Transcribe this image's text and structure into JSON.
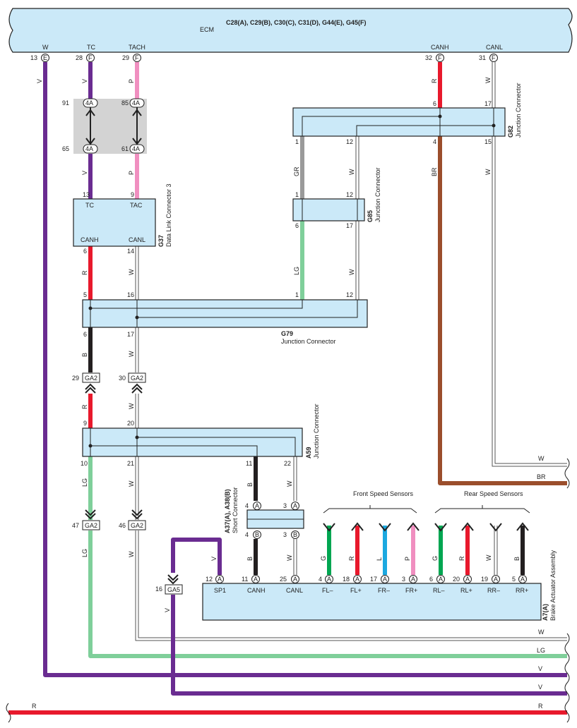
{
  "ecm": {
    "connectors": "C28(A), C29(B), C30(C), C31(D), G44(E), G45(F)",
    "name": "ECM",
    "pins": [
      {
        "label": "W",
        "num": "13",
        "letter": "E"
      },
      {
        "label": "TC",
        "num": "28",
        "letter": "F"
      },
      {
        "label": "TACH",
        "num": "29",
        "letter": "F"
      },
      {
        "label": "CANH",
        "num": "32",
        "letter": "F"
      },
      {
        "label": "CANL",
        "num": "31",
        "letter": "F"
      }
    ]
  },
  "junction_4a": {
    "top": [
      {
        "num": "91",
        "tag": "4A"
      },
      {
        "num": "85",
        "tag": "4A"
      }
    ],
    "bottom": [
      {
        "num": "65",
        "tag": "4A"
      },
      {
        "num": "61",
        "tag": "4A"
      }
    ]
  },
  "g82": {
    "code": "G82",
    "name": "Junction Connector",
    "pins": [
      "6",
      "17",
      "1",
      "12",
      "4",
      "15"
    ]
  },
  "g85": {
    "code": "G85",
    "name": "Junction Connector",
    "pins": [
      "1",
      "12",
      "6",
      "17"
    ]
  },
  "g37": {
    "code": "G37",
    "name": "Data Link Connector 3",
    "top_pins": [
      "13",
      "9"
    ],
    "top_labels": [
      "TC",
      "TAC"
    ],
    "bottom_labels": [
      "CANH",
      "CANL"
    ],
    "bottom_pins": [
      "6",
      "14"
    ]
  },
  "g79": {
    "code": "G79",
    "name": "Junction Connector",
    "top_pins": [
      "5",
      "16",
      "1",
      "12"
    ],
    "bottom_pins": [
      "6",
      "17"
    ]
  },
  "ga2_top": [
    {
      "num": "29",
      "tag": "GA2"
    },
    {
      "num": "30",
      "tag": "GA2"
    }
  ],
  "a59": {
    "code": "A59",
    "name": "Junction Connector",
    "top_pins": [
      "9",
      "20"
    ],
    "bottom_pins": [
      "10",
      "21",
      "11",
      "22"
    ]
  },
  "ga2_bottom": [
    {
      "num": "47",
      "tag": "GA2"
    },
    {
      "num": "46",
      "tag": "GA2"
    }
  ],
  "ga5": {
    "num": "16",
    "tag": "GA5"
  },
  "short_connector": {
    "code": "A37(A), A38(B)",
    "name": "Short Connector",
    "pins": [
      {
        "num": "4",
        "letter": "A"
      },
      {
        "num": "3",
        "letter": "A"
      },
      {
        "num": "4",
        "letter": "B"
      },
      {
        "num": "3",
        "letter": "B"
      }
    ]
  },
  "front_sensors": "Front Speed Sensors",
  "rear_sensors": "Rear Speed Sensors",
  "brake": {
    "code": "A7(A)",
    "name": "Brake Actuator Assembly",
    "pins": [
      {
        "num": "12",
        "letter": "A",
        "label": "SP1",
        "wire": "V"
      },
      {
        "num": "11",
        "letter": "A",
        "label": "CANH",
        "wire": "B"
      },
      {
        "num": "25",
        "letter": "A",
        "label": "CANL",
        "wire": "W"
      },
      {
        "num": "4",
        "letter": "A",
        "label": "FL–",
        "wire": "G"
      },
      {
        "num": "18",
        "letter": "A",
        "label": "FL+",
        "wire": "R"
      },
      {
        "num": "17",
        "letter": "A",
        "label": "FR–",
        "wire": "L"
      },
      {
        "num": "3",
        "letter": "A",
        "label": "FR+",
        "wire": "P"
      },
      {
        "num": "6",
        "letter": "A",
        "label": "RL–",
        "wire": "G"
      },
      {
        "num": "20",
        "letter": "A",
        "label": "RL+",
        "wire": "R"
      },
      {
        "num": "19",
        "letter": "A",
        "label": "RR–",
        "wire": "W"
      },
      {
        "num": "5",
        "letter": "A",
        "label": "RR+",
        "wire": "B"
      }
    ]
  },
  "wire_colors": {
    "V": "#6a2c91",
    "P": "#f08fc0",
    "R": "#e8192c",
    "W": "#ffffff",
    "B": "#231f20",
    "LG": "#7fcf9a",
    "GR": "#9a9a9a",
    "BR": "#9b4e2c",
    "G": "#00a651",
    "L": "#1ba8e0"
  },
  "wire_labels": {
    "w_ecm": "V",
    "tc": "V",
    "tach": "P",
    "canh": "R",
    "canl": "W",
    "tc2": "V",
    "tach2": "P",
    "g82_1": "GR",
    "g82_12": "W",
    "g82_4": "BR",
    "g82_15": "W",
    "g37_6": "R",
    "g37_14": "W",
    "g85_6": "LG",
    "g85_17": "W",
    "g79_6": "B",
    "g79_17": "W",
    "ga2_29": "R",
    "ga2_30": "W",
    "a59_10": "LG",
    "a59_21": "W",
    "a59_11": "B",
    "a59_22": "W",
    "ga2_47": "LG",
    "ga2_46": "W",
    "ga5": "V",
    "sp1": "V",
    "sc_11": "B",
    "sc_25": "W"
  },
  "exit_labels": [
    "W",
    "BR",
    "W",
    "LG",
    "V",
    "V",
    "R",
    "R"
  ],
  "background_color": "#cbe9f8"
}
